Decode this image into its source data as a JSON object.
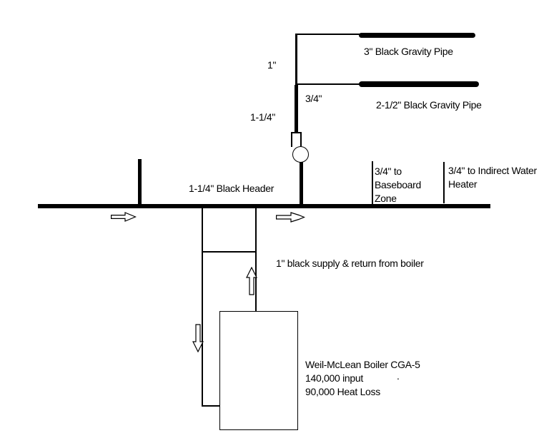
{
  "diagram": {
    "labels": {
      "size_1in": "1\"",
      "size_3_4in": "3/4\"",
      "size_1_1_4in": "1-1/4\"",
      "gravity_pipe_3in": "3\" Black Gravity Pipe",
      "gravity_pipe_2_5in": "2-1/2\" Black Gravity Pipe",
      "header": "1-1/4\" Black Header",
      "baseboard_line1": "3/4\" to",
      "baseboard_line2": "Baseboard",
      "baseboard_line3": "Zone",
      "indirect_line1": "3/4\" to Indirect Water",
      "indirect_line2": "Heater",
      "supply_return": "1\" black supply & return from boiler",
      "boiler_name": "Weil-McLean Boiler CGA-5",
      "boiler_input": "140,000 input",
      "boiler_input_dot": ".",
      "boiler_heat_loss": "90,000 Heat Loss"
    },
    "colors": {
      "ink": "#000000",
      "background": "#ffffff"
    }
  }
}
